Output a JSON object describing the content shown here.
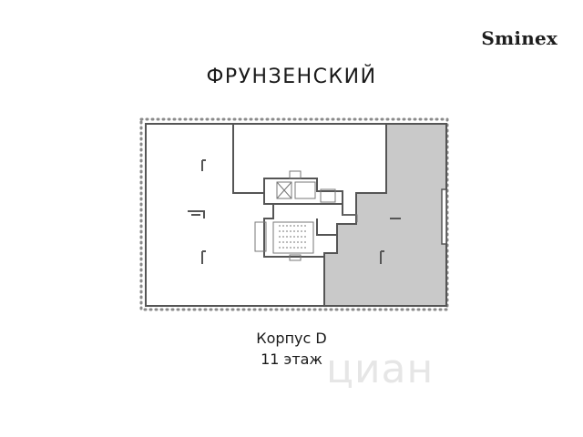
{
  "header": {
    "brand": "Sminex",
    "project_name": "ФРУНЗЕНСКИЙ"
  },
  "plan": {
    "building_label": "Корпус D",
    "floor_label": "11 этаж",
    "highlight_color": "#c9c9c9",
    "wall_color": "#555555"
  },
  "watermark": {
    "text": "циан"
  }
}
